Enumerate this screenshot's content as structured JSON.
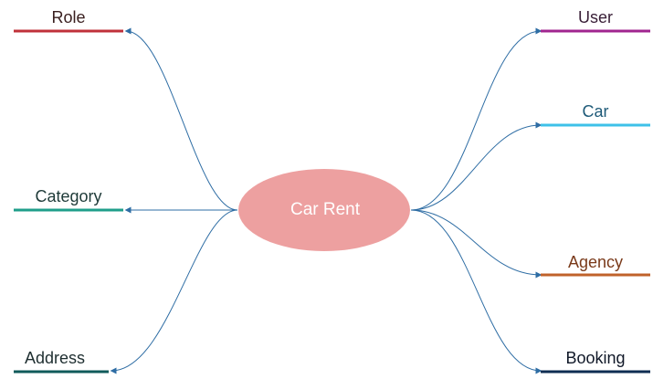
{
  "diagram": {
    "center": {
      "label": "Car Rent",
      "fill": "#EDA0A0",
      "text_color": "#FFFFFF"
    },
    "connector_color": "#2E6DA4",
    "nodes": [
      {
        "id": "role",
        "label": "Role",
        "side": "left",
        "color": "#C0313A",
        "text_color": "#3A2020"
      },
      {
        "id": "category",
        "label": "Category",
        "side": "left",
        "color": "#1F9E8A",
        "text_color": "#1E3A38"
      },
      {
        "id": "address",
        "label": "Address",
        "side": "left",
        "color": "#0F5A5A",
        "text_color": "#1E2E30"
      },
      {
        "id": "user",
        "label": "User",
        "side": "right",
        "color": "#A0258F",
        "text_color": "#3A2038"
      },
      {
        "id": "car",
        "label": "Car",
        "side": "right",
        "color": "#3EC1E8",
        "text_color": "#1E5A78"
      },
      {
        "id": "agency",
        "label": "Agency",
        "side": "right",
        "color": "#C0622A",
        "text_color": "#7A3A1A"
      },
      {
        "id": "booking",
        "label": "Booking",
        "side": "right",
        "color": "#0E2D52",
        "text_color": "#101828"
      }
    ]
  }
}
